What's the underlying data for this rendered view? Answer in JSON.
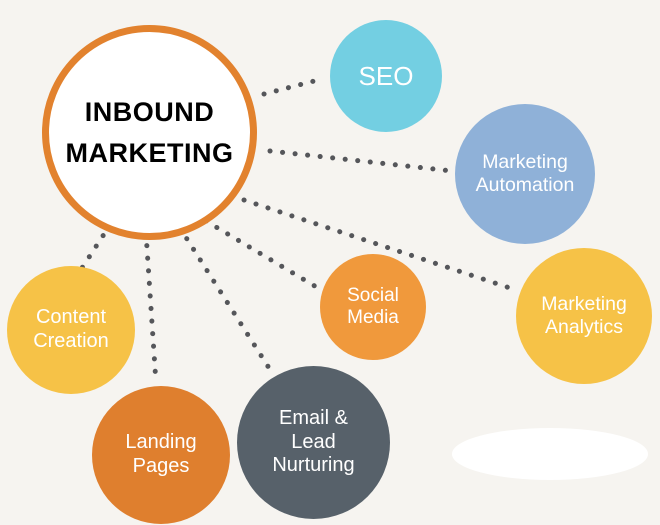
{
  "title": "Inbound Marketing diagram",
  "colors": {
    "background": "#f6f4f0",
    "connector": "#55565a",
    "center_border": "#e2822e",
    "center_fill": "#ffffff",
    "center_text": "#000000"
  },
  "center": {
    "line1": "INBOUND",
    "line2": "MARKETING"
  },
  "nodes": [
    {
      "id": "seo",
      "label": "SEO",
      "color": "#73cfe2"
    },
    {
      "id": "marketing-automation",
      "label": "Marketing Automation",
      "color": "#8fb1d8"
    },
    {
      "id": "marketing-analytics",
      "label": "Marketing Analytics",
      "color": "#f6c247"
    },
    {
      "id": "social-media",
      "label": "Social Media",
      "color": "#f0993c"
    },
    {
      "id": "email-lead-nurturing",
      "label": "Email & Lead Nurturing",
      "color": "#57616a"
    },
    {
      "id": "landing-pages",
      "label": "Landing Pages",
      "color": "#df7f2e"
    },
    {
      "id": "content-creation",
      "label": "Content Creation",
      "color": "#f6c247"
    }
  ]
}
